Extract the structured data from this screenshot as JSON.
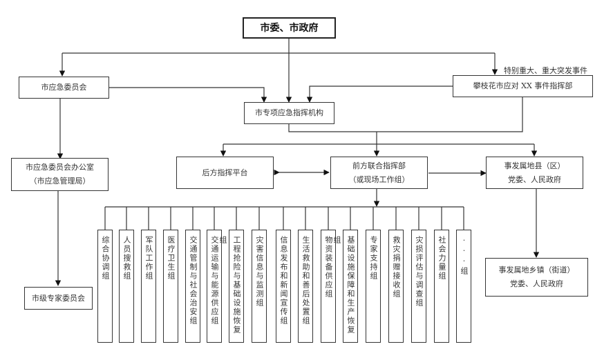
{
  "diagram": {
    "type": "org-chart",
    "top": {
      "label": "市委、市政府"
    },
    "note": "特别重大、重大突发事件",
    "nodes": {
      "committee": "市应急委员会",
      "special_hq": "攀枝花市应对 XX 事件指挥部",
      "special_agency": "市专项应急指挥机构",
      "office_line1": "市应急委员会办公室",
      "office_line2": "（市应急管理局）",
      "rear": "后方指挥平台",
      "front_line1": "前方联合指挥部",
      "front_line2": "（或现场工作组）",
      "county_line1": "事发属地县（区）",
      "county_line2": "党委、人民政府",
      "town_line1": "事发属地乡镇（街道）",
      "town_line2": "党委、人民政府",
      "experts": "市级专家委员会"
    },
    "groups": [
      "综合协调组",
      "人员搜救组",
      "军队工作组",
      "医疗卫生组",
      "交通管制与社会治安组",
      "交通运输与能源供应组",
      "工程抢险与基础设施恢复组",
      "灾害信息与监测组",
      "信息发布和新闻宣传组",
      "生活救助和善后处置组",
      "物资装备供应组",
      "基础设施保障和生产恢复组",
      "专家支持组",
      "救灾捐赠接收组",
      "灾损评估与调查组",
      "社会力量组",
      "···组"
    ]
  }
}
